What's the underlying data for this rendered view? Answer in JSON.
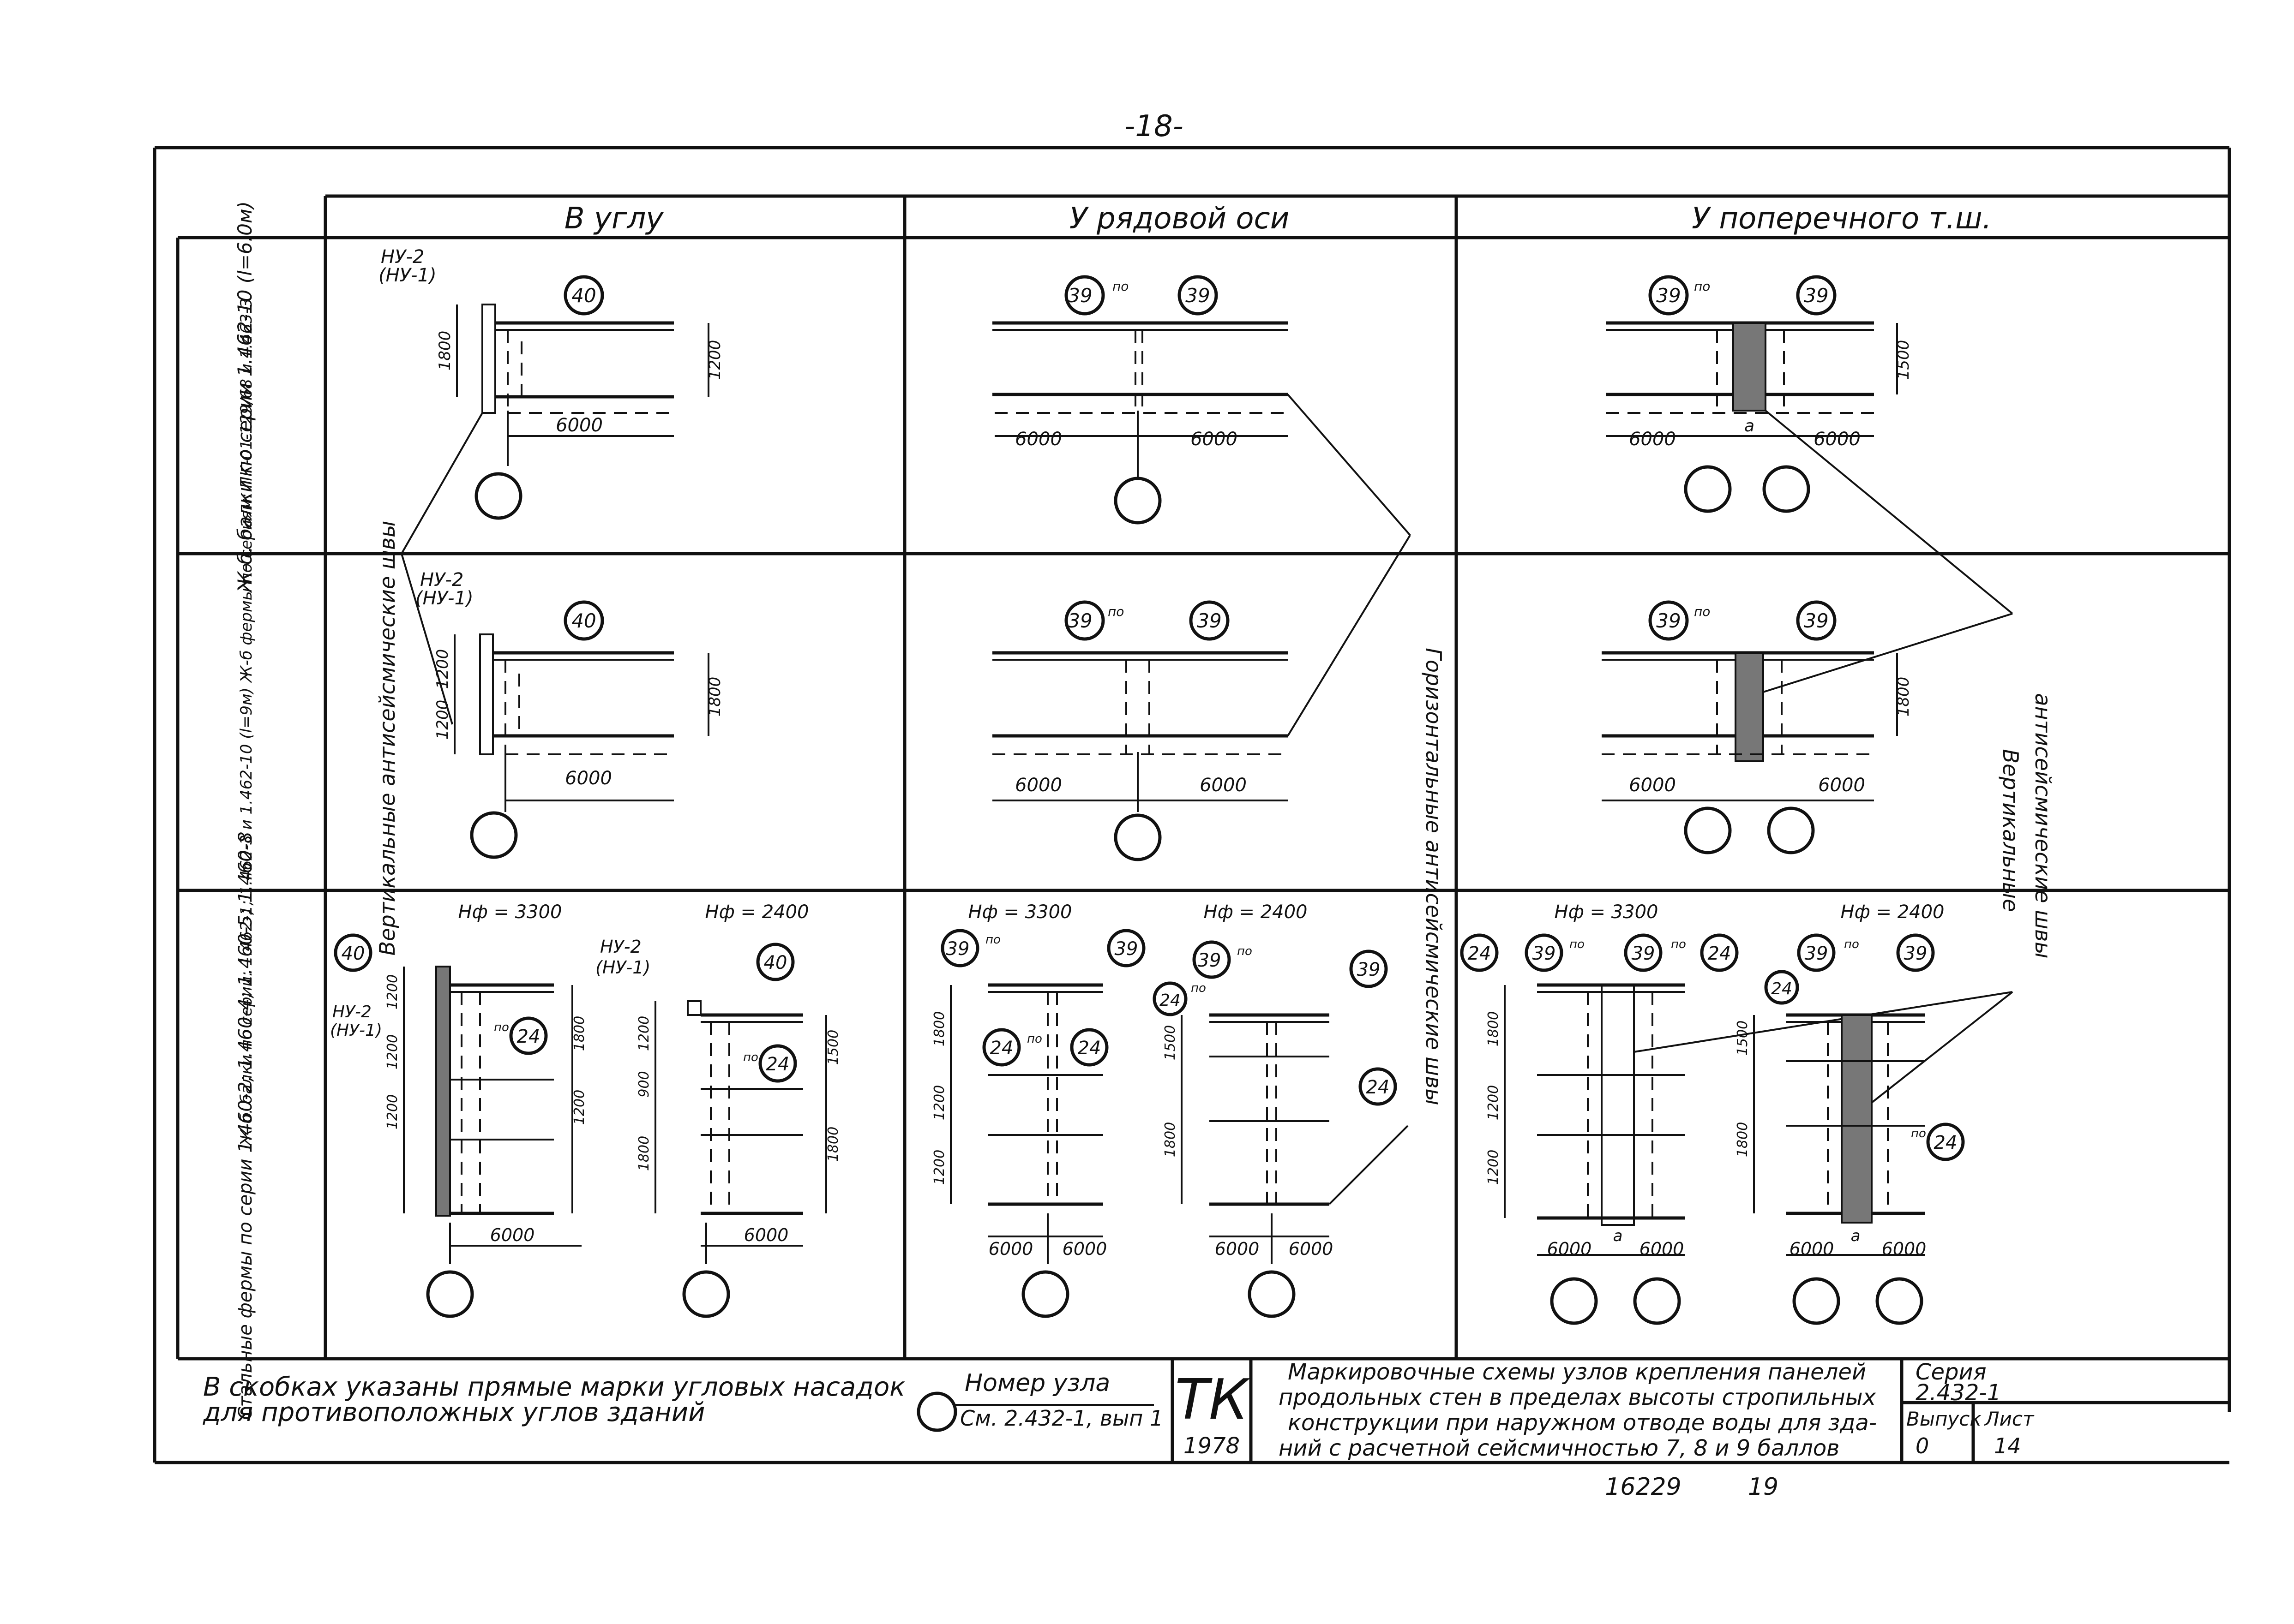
{
  "page_number": "-18-",
  "columns": [
    "В углу",
    "У рядовой оси",
    "У поперечного т.ш."
  ],
  "rows": [
    "Ж-б. балки по серии 1.462-10 (l=6.0м)",
    "Ж-б. балки по серии: 1.462-1; 1.462-3 и 1.462-10 (l=9м) Ж-б фермы по сериям: ПК-01-129/68 и 1.463-3",
    "Стальные фермы по серии 1.460-2; 1.460-4; 1.460-5; 1.460-8"
  ],
  "labels": {
    "ny2": "НУ-2",
    "ny1": "(НУ-1)",
    "hf3300": "Нф = 3300",
    "hf2400": "Нф = 2400",
    "po": "по",
    "a": "a"
  },
  "node_marks": [
    "40",
    "39",
    "24"
  ],
  "dims": {
    "d6000": "6000",
    "d1800": "1800",
    "d1200": "1200",
    "d1500": "1500",
    "d900": "900"
  },
  "seam_labels": {
    "vertical": "Вертикальные антисейсмические швы",
    "horizontal": "Горизонтальные антисейсмические швы",
    "vertical_right_1": "Вертикальные",
    "vertical_right_2": "антисейсмические швы"
  },
  "footnote": {
    "line1": "В скобках указаны прямые марки угловых насадок",
    "line2": "для противоположных углов зданий"
  },
  "legend": {
    "title": "Номер узла",
    "ref": "См. 2.432-1, вып 1"
  },
  "stamp": {
    "logo": "ТК",
    "year": "1978"
  },
  "description": {
    "line1": "Маркировочные схемы узлов крепления панелей",
    "line2": "продольных стен в пределах высоты стропильных",
    "line3": "конструкции при наружном отводе воды для зда-",
    "line4": "ний с расчетной сейсмичностью 7, 8 и 9 баллов"
  },
  "title_block": {
    "seria_label": "Серия",
    "seria_value": "2.432-1",
    "vypusk_label": "Выпуск",
    "vypusk_value": "0",
    "list_label": "Лист",
    "list_value": "14"
  },
  "bottom_numbers": {
    "inv": "16229",
    "page": "19"
  }
}
